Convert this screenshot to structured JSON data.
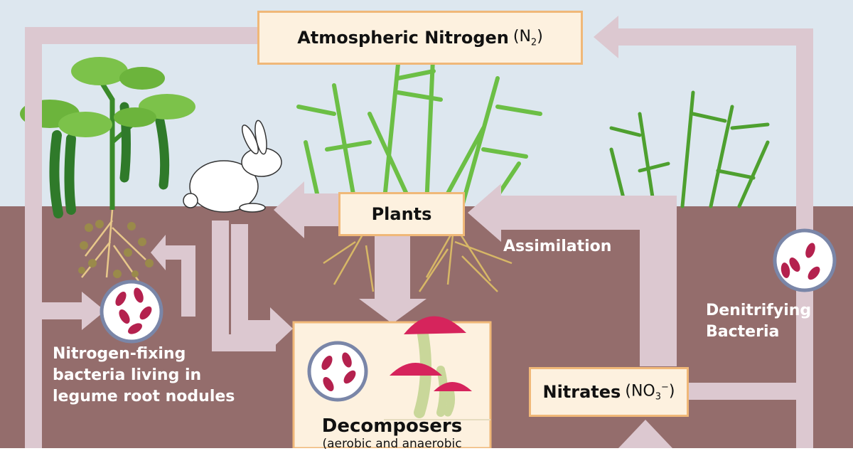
{
  "colors": {
    "sky": "#dde7ef",
    "soil": "#946d6c",
    "arrow": "#dcc8d0",
    "box_fill": "#fdf1df",
    "box_border": "#f0b878",
    "bacteria": "#b4214e",
    "mushroom_cap": "#d6245c",
    "leaf": "#5fae3a"
  },
  "nodes": {
    "atmosphere": {
      "label": "Atmospheric Nitrogen",
      "formula": "N",
      "sub": "2"
    },
    "plants": {
      "label": "Plants"
    },
    "decomposers": {
      "label": "Decomposers",
      "note": "(aerobic and anaerobic"
    },
    "nitrates": {
      "label": "Nitrates",
      "formula": "NO",
      "sub": "3",
      "sup": "−"
    }
  },
  "labels": {
    "assimilation": "Assimilation",
    "denitrifying_1": "Denitrifying",
    "denitrifying_2": "Bacteria",
    "nfix_1": "Nitrogen-fixing",
    "nfix_2": "bacteria living in",
    "nfix_3": "legume root nodules"
  },
  "icons": [
    "legume-plant-icon",
    "rabbit-icon",
    "grass-icon",
    "bacteria-icon",
    "mushroom-icon",
    "root-icon"
  ]
}
